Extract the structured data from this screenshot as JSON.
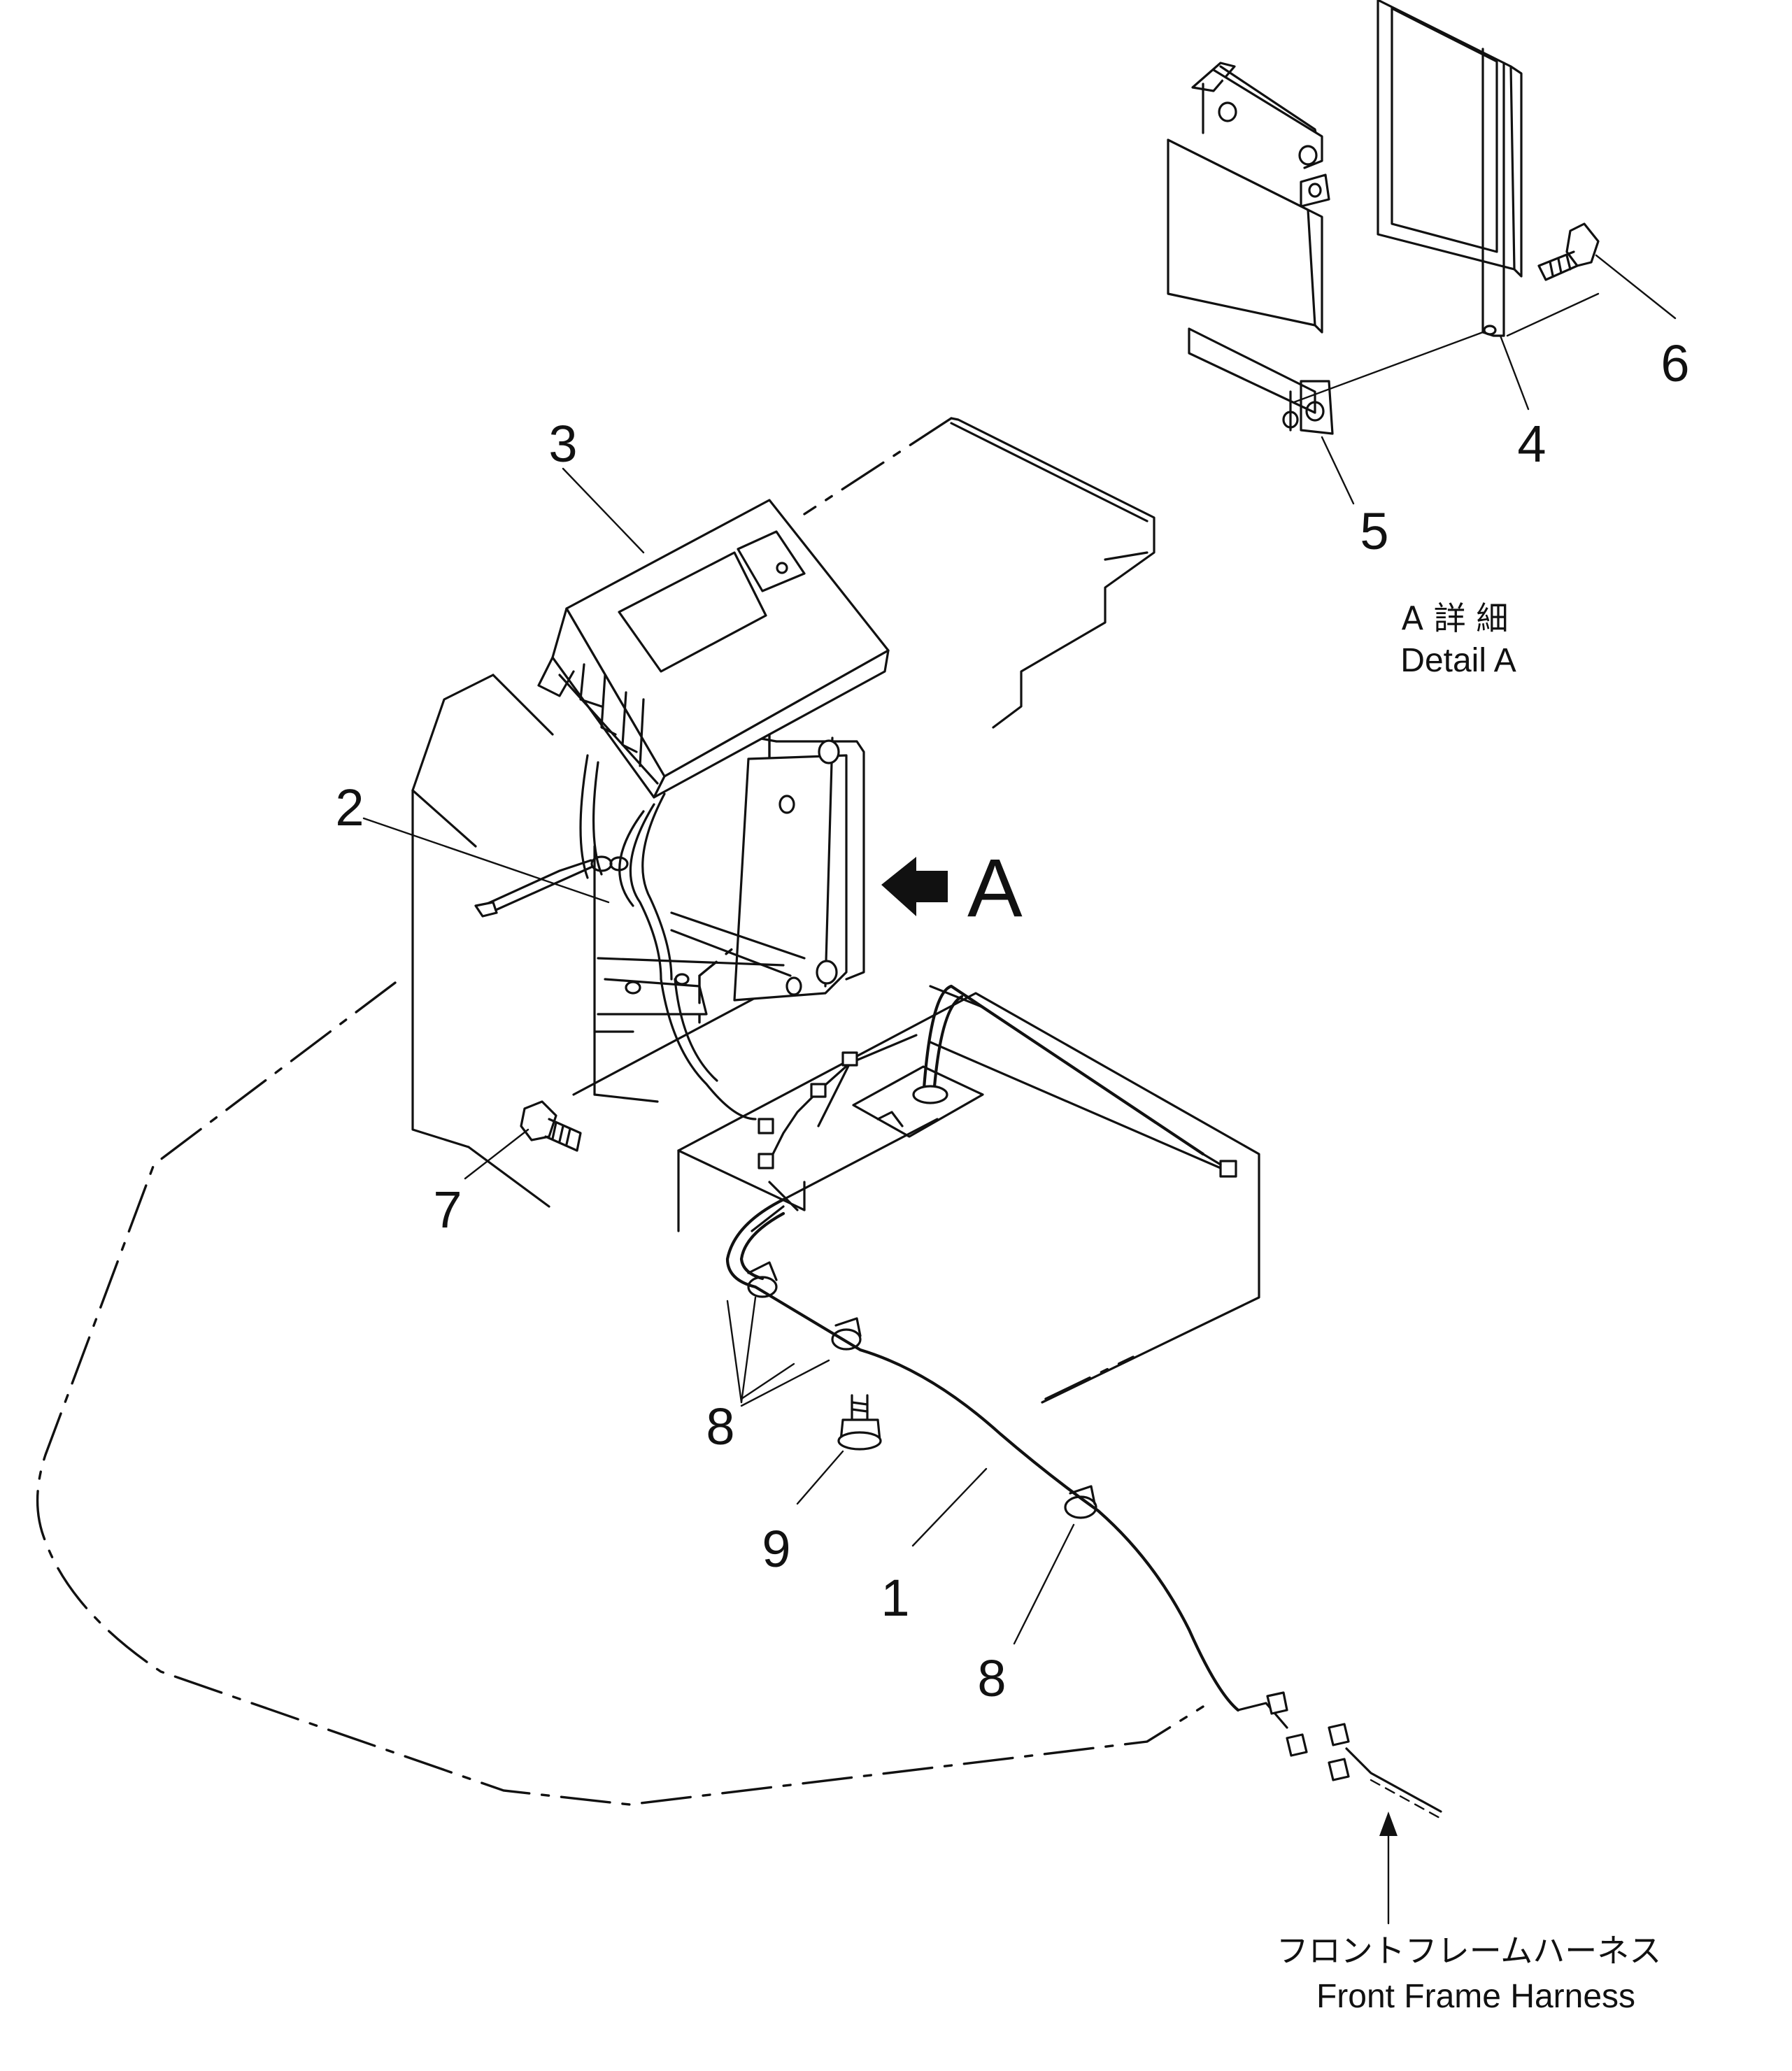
{
  "callouts": {
    "p1": "1",
    "p2": "2",
    "p3": "3",
    "p4": "4",
    "p5": "5",
    "p6": "6",
    "p7": "7",
    "p8a": "8",
    "p8b": "8",
    "p9": "9"
  },
  "view_marker": "A",
  "detail": {
    "label_jp": "A 詳 細",
    "label_en": "Detail A"
  },
  "harness": {
    "label_jp": "フロントフレームハーネス",
    "label_en": "Front Frame Harness"
  }
}
